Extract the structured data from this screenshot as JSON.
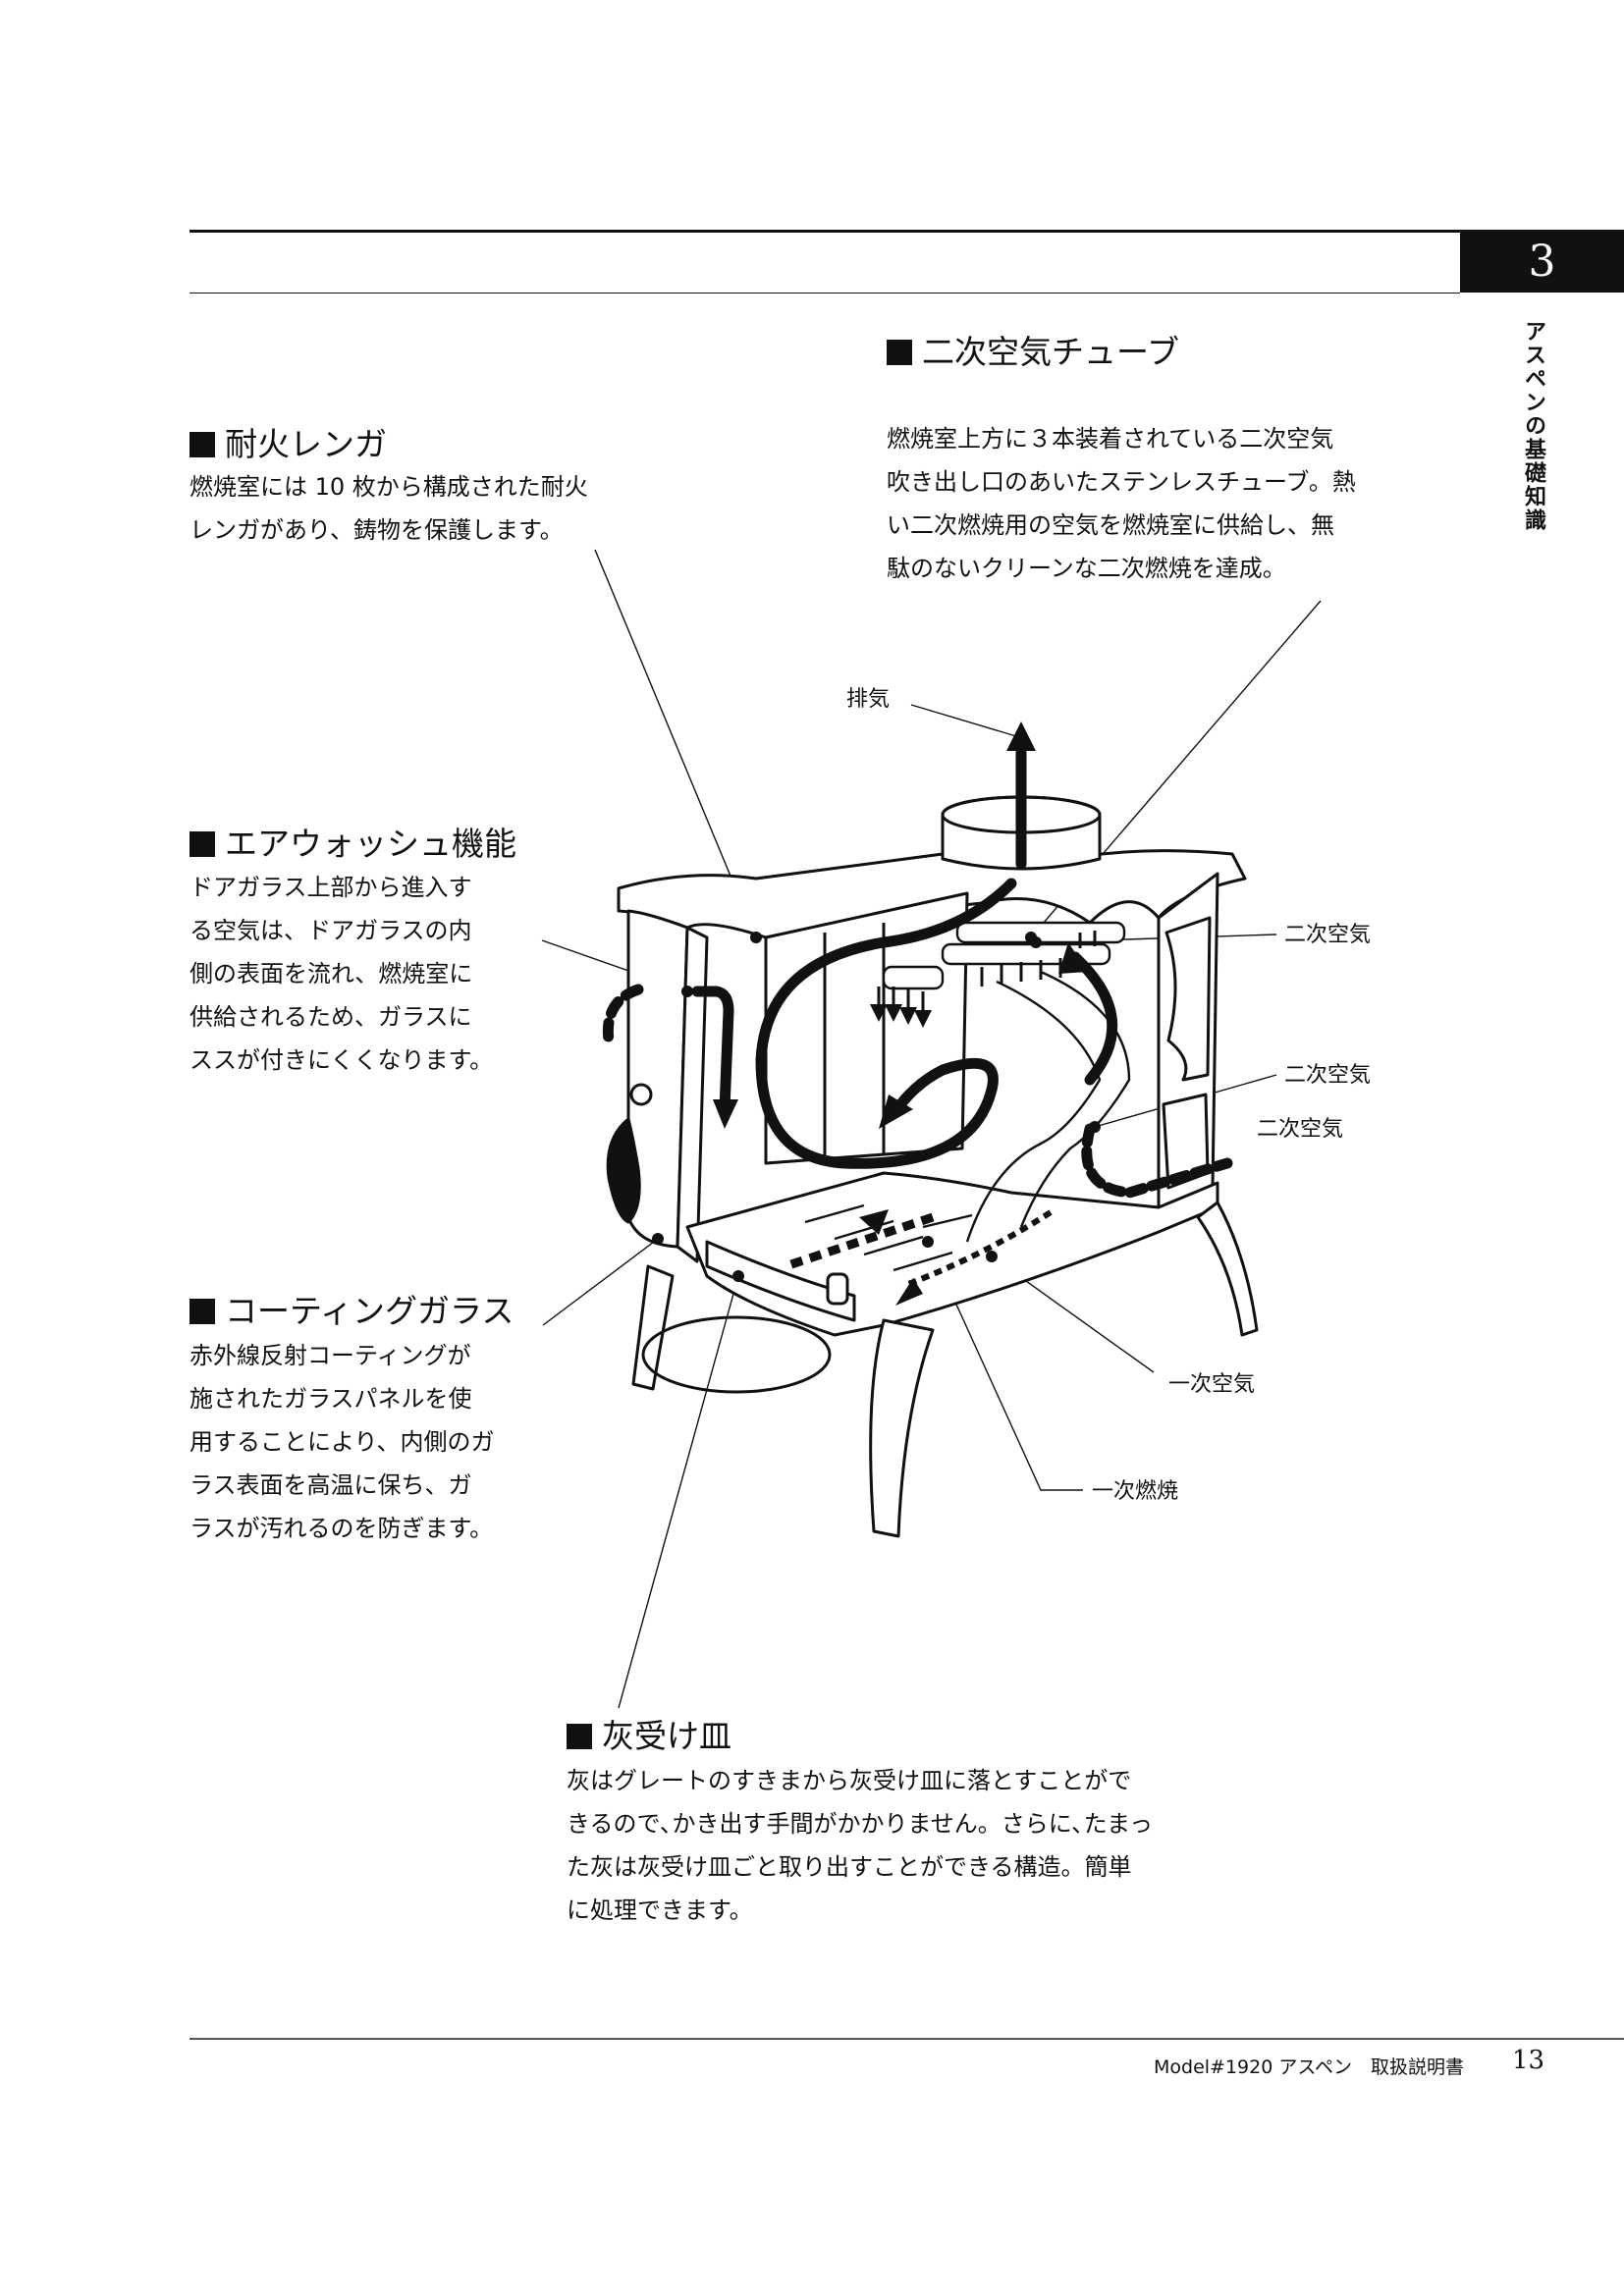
{
  "chapter": {
    "number": "3",
    "side_title": "アスペンの基礎知識"
  },
  "sections": {
    "firebrick": {
      "title": "耐火レンガ",
      "lines": [
        "燃焼室には 10 枚から構成された耐火",
        "レンガがあり、鋳物を保護します。"
      ]
    },
    "secondary_tube": {
      "title": "二次空気チューブ",
      "lines": [
        "燃焼室上方に３本装着されている二次空気",
        "吹き出し口のあいたステンレスチューブ。熱",
        "い二次燃焼用の空気を燃焼室に供給し、無",
        "駄のないクリーンな二次燃焼を達成。"
      ]
    },
    "airwash": {
      "title": "エアウォッシュ機能",
      "lines": [
        "ドアガラス上部から進入す",
        "る空気は、ドアガラスの内",
        "側の表面を流れ、燃焼室に",
        "供給されるため、ガラスに",
        "ススが付きにくくなります。"
      ]
    },
    "coating_glass": {
      "title": "コーティングガラス",
      "lines": [
        "赤外線反射コーティングが",
        "施されたガラスパネルを使",
        "用することにより、内側のガ",
        "ラス表面を高温に保ち、ガ",
        "ラスが汚れるのを防ぎます。"
      ]
    },
    "ash_pan": {
      "title": "灰受け皿",
      "lines": [
        "灰はグレートのすきまから灰受け皿に落とすことがで",
        "きるので､かき出す手間がかかりません。さらに､たまっ",
        "た灰は灰受け皿ごと取り出すことができる構造。簡単",
        "に処理できます。"
      ]
    }
  },
  "labels": {
    "exhaust": "排気",
    "secondary_air_1": "二次空気",
    "secondary_air_2": "二次空気",
    "secondary_air_3": "二次空気",
    "primary_air": "一次空気",
    "primary_combustion": "一次燃焼"
  },
  "footer": {
    "text": "Model#1920 アスペン　取扱説明書",
    "page": "13"
  }
}
